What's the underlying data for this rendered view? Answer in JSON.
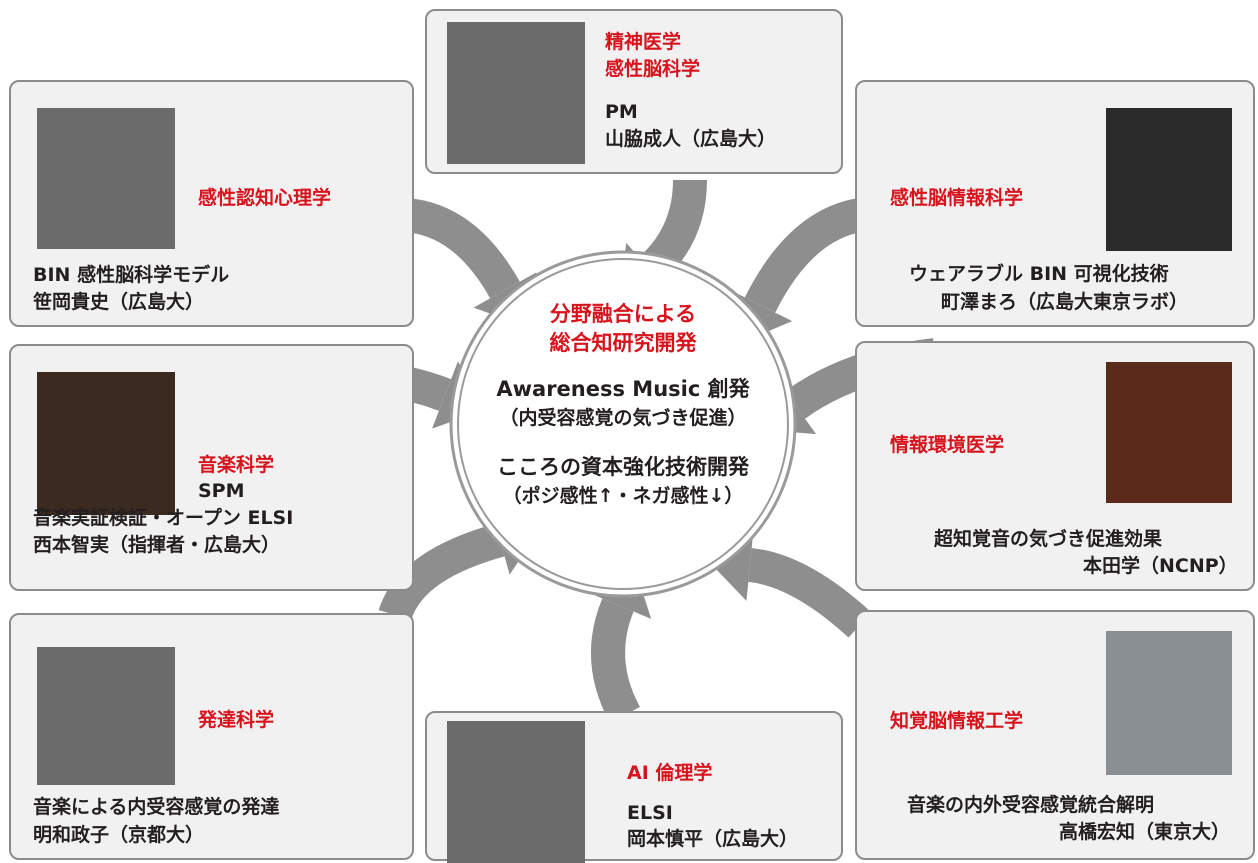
{
  "center": {
    "heading_line1": "分野融合による",
    "heading_line2": "総合知研究開発",
    "line1": "Awareness Music 創発",
    "line2": "（内受容感覚の気づき促進）",
    "line3": "こころの資本強化技術開発",
    "line4": "（ポジ感性↑・ネガ感性↓）"
  },
  "members": [
    {
      "field_line1": "精神医学",
      "field_line2": "感性脳科学",
      "role": "PM",
      "name": "山脇成人（広島大）",
      "photo": "portrait-photo"
    },
    {
      "field": "感性認知心理学",
      "desc": "BIN 感性脳科学モデル",
      "name": "笹岡貴史（広島大）",
      "photo": "portrait-photo"
    },
    {
      "field": "感性脳情報科学",
      "desc": "ウェアラブル BIN 可視化技術",
      "name": "町澤まろ（広島大東京ラボ）",
      "photo": "portrait-photo"
    },
    {
      "field": "音楽科学",
      "role": "SPM",
      "desc": "音楽実証検証・オープン ELSI",
      "name": "西本智実（指揮者・広島大）",
      "photo": "conductor-photo"
    },
    {
      "field": "情報環境医学",
      "desc": "超知覚音の気づき促進効果",
      "name": "本田学（NCNP）",
      "photo": "portrait-photo"
    },
    {
      "field": "発達科学",
      "desc": "音楽による内受容感覚の発達",
      "name": "明和政子（京都大）",
      "photo": "portrait-photo"
    },
    {
      "field": "AI 倫理学",
      "role": "ELSI",
      "name": "岡本慎平（広島大）",
      "photo": "portrait-photo"
    },
    {
      "field": "知覚脳情報工学",
      "desc": "音楽の内外受容感覚統合解明",
      "name": "高橋宏知（東京大）",
      "photo": "portrait-photo"
    }
  ],
  "colors": {
    "field_label": "#d7141d",
    "arrow": "#8e8e8e",
    "card_bg": "#f1f1f2",
    "card_border": "#8c8c8c"
  }
}
